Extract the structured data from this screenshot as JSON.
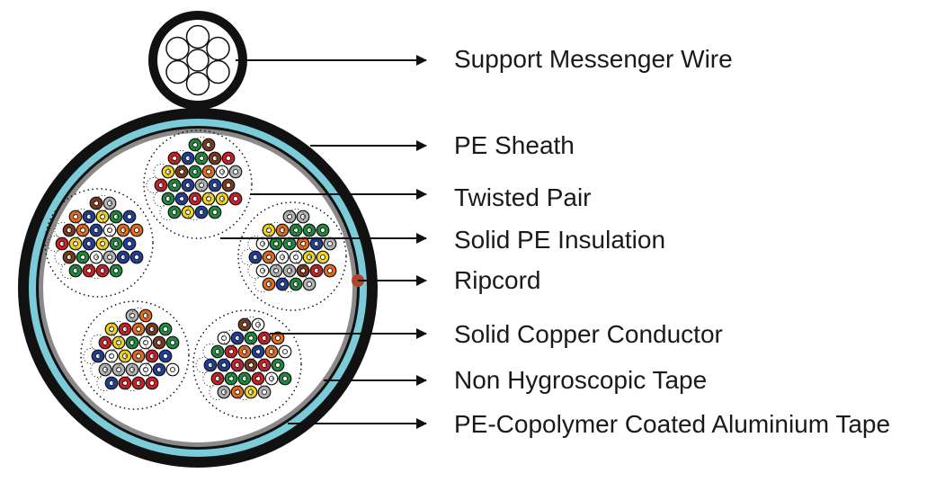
{
  "labels": {
    "messenger": "Support Messenger Wire",
    "sheath": "PE Sheath",
    "twisted_pair": "Twisted Pair",
    "insulation": "Solid PE Insulation",
    "ripcord": "Ripcord",
    "conductor": "Solid Copper Conductor",
    "tape": "Non Hygroscopic Tape",
    "alu_tape": "PE-Copolymer Coated Aluminium Tape"
  },
  "colors": {
    "outline": "#111111",
    "aluminium_tape": "#7ccbd9",
    "non_hygroscopic_tape": "#8a8a8a",
    "ripcord": "#b2442a",
    "conductor_colors": [
      "#cc1f26",
      "#1f3f99",
      "#e36c1c",
      "#1e8a3e",
      "#7a3a1e",
      "#b3b3b3",
      "#ffffff",
      "#f2d21b"
    ]
  }
}
